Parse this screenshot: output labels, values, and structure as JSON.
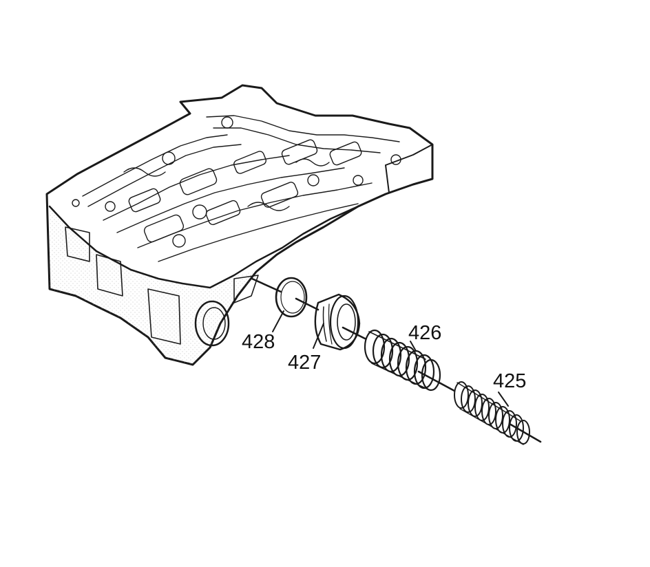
{
  "callouts": {
    "c428": "428",
    "c427": "427",
    "c426": "426",
    "c425": "425"
  },
  "colors": {
    "ink": "#1a1a1a",
    "paper": "#ffffff",
    "shade": "#d8d8d8"
  }
}
